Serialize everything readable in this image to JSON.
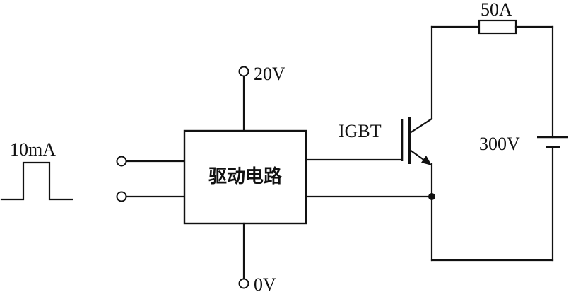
{
  "diagram": {
    "pulse_label": "10mA",
    "block_label": "驱动电路",
    "supply_top_label": "20V",
    "supply_bottom_label": "0V",
    "igbt_label": "IGBT",
    "load_label": "50A",
    "battery_label": "300V"
  }
}
